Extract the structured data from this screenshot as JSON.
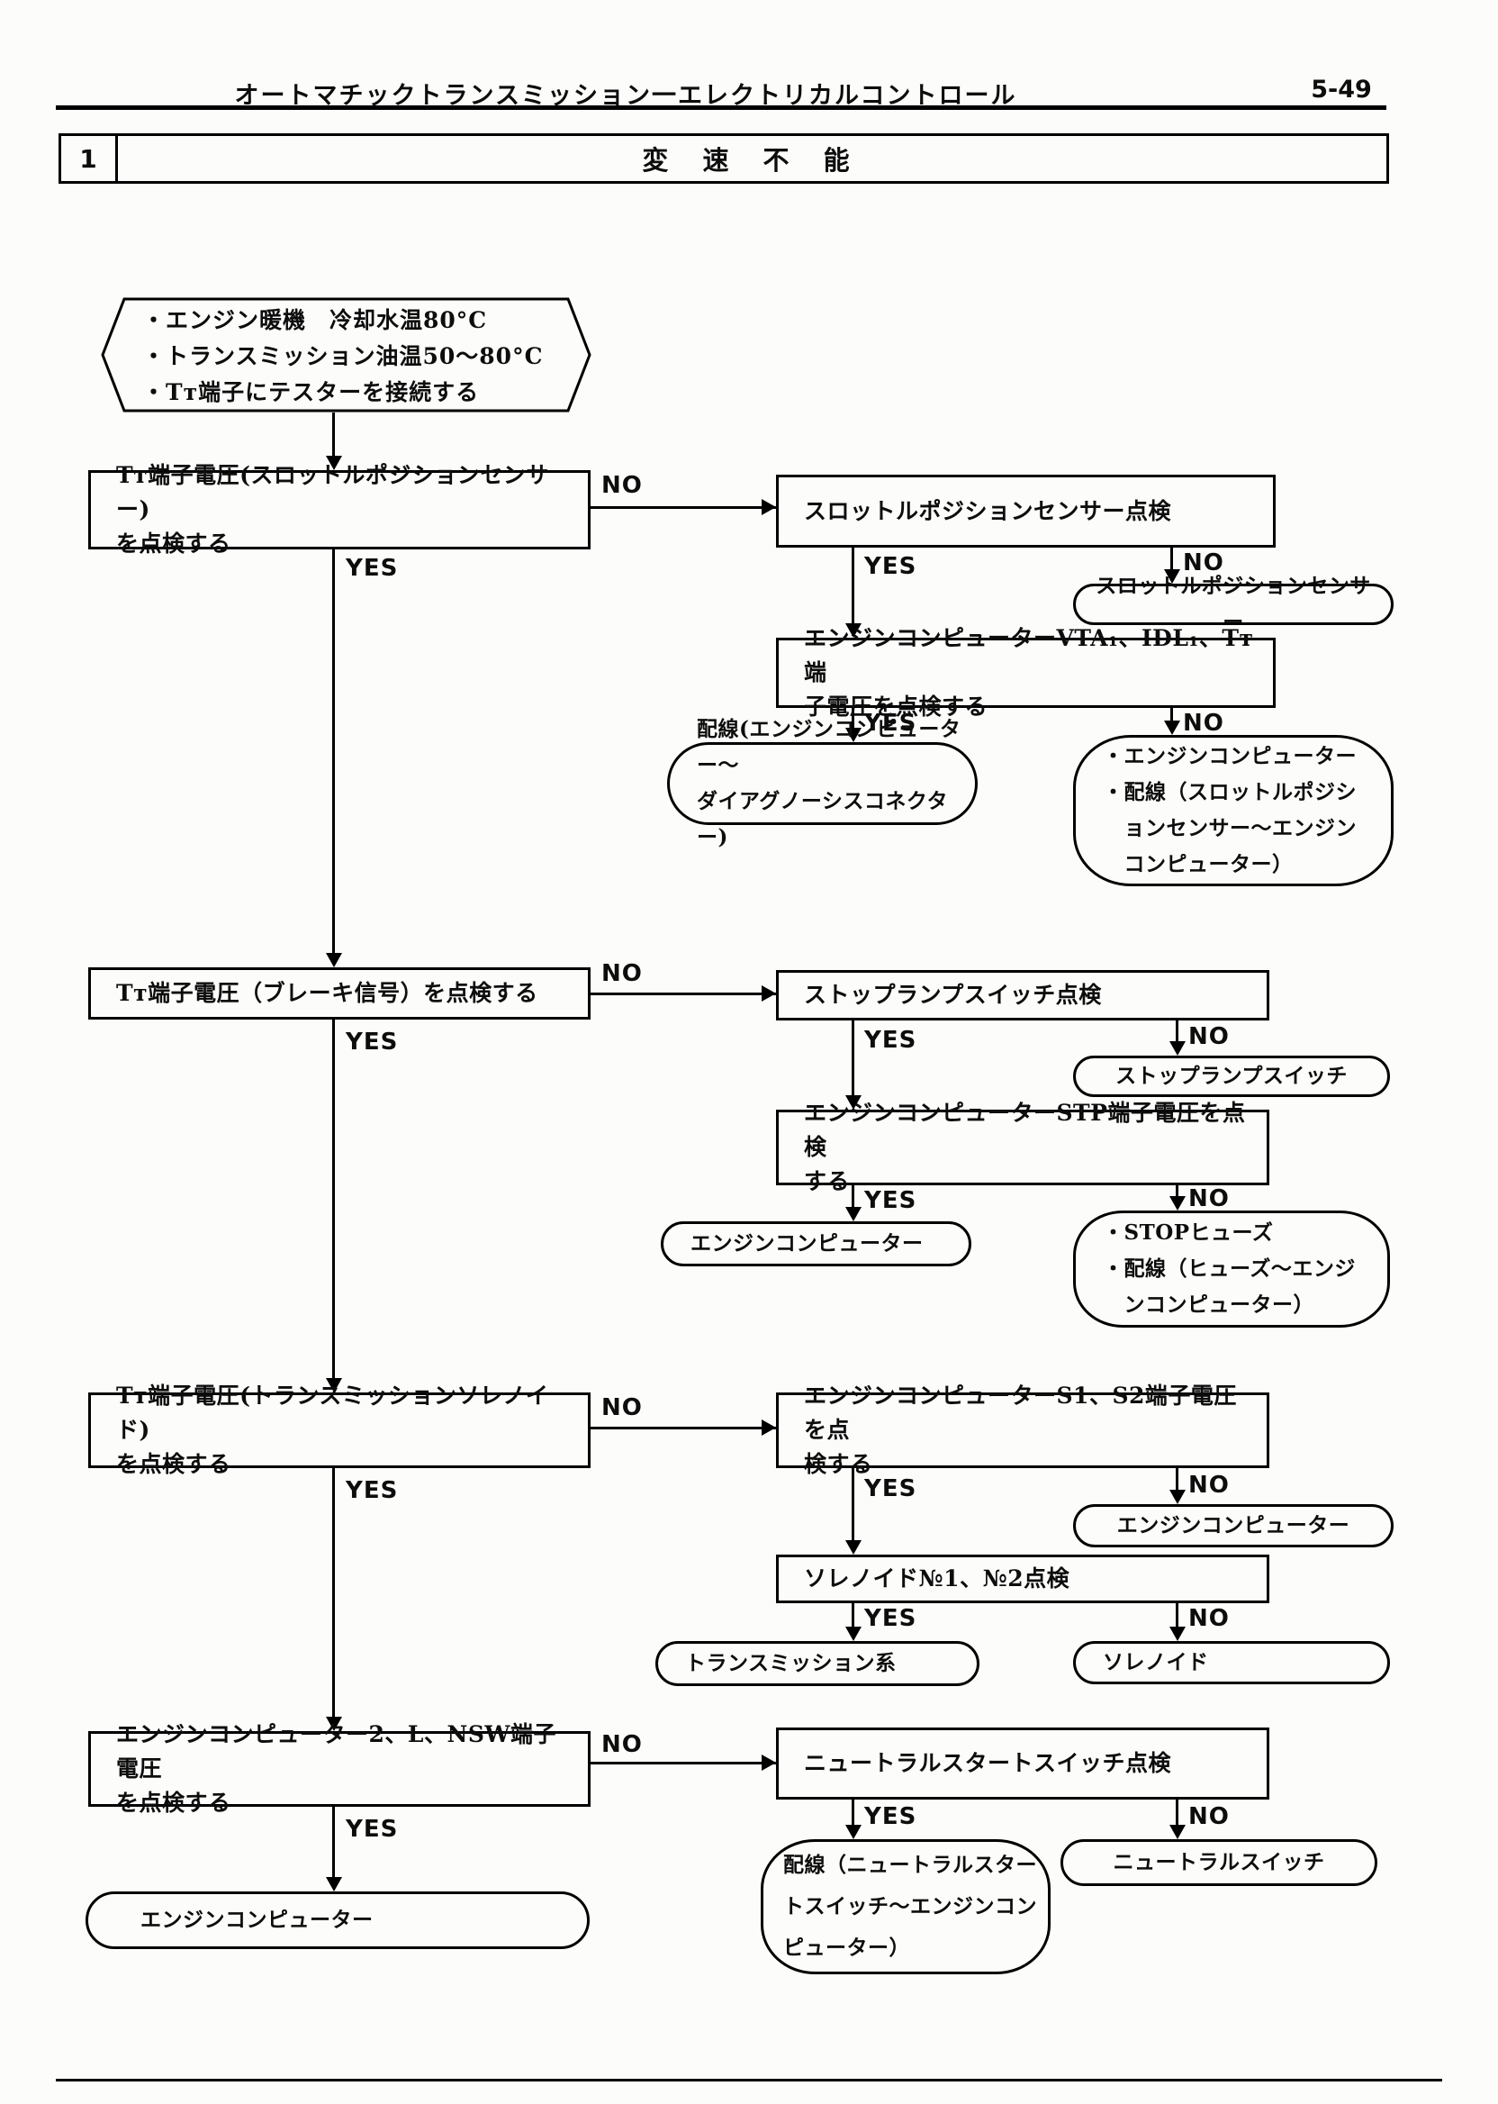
{
  "header": {
    "title": "オートマチックトランスミッション一エレクトリカルコントロール",
    "page_number": "5-49"
  },
  "section": {
    "number": "1",
    "title": "変 速 不 能"
  },
  "labels": {
    "yes": "YES",
    "no": "NO"
  },
  "flow": {
    "start": [
      "・エンジン暖機　冷却水温80°C",
      "・トランスミッション油温50～80°C",
      "・Tᴛ端子にテスターを接続する"
    ],
    "check_tt_throttle": [
      "Tᴛ端子電圧(スロットルポジションセンサー)",
      "を点検する"
    ],
    "check_throttle_sensor": [
      "スロットルポジションセンサー点検"
    ],
    "result_throttle_sensor": [
      "スロットルポジションセンサー"
    ],
    "check_ecu_vta": [
      "エンジンコンピューターVTA₁、IDL₁、Tᴛ端",
      "子電圧を点検する"
    ],
    "result_wiring_diag": [
      "配線(エンジンコンピューター～",
      "ダイアグノーシスコネクター)"
    ],
    "result_ecu_wiring_throttle": [
      "・エンジンコンピューター",
      "・配線（スロットルポジシ",
      "　ョンセンサー～エンジン",
      "　コンピューター）"
    ],
    "check_tt_brake": [
      "Tᴛ端子電圧（ブレーキ信号）を点検する"
    ],
    "check_stop_lamp_switch": [
      "ストップランプスイッチ点検"
    ],
    "result_stop_lamp_switch": [
      "ストップランプスイッチ"
    ],
    "check_ecu_stp": [
      "エンジンコンピューターSTP端子電圧を点検",
      "する"
    ],
    "result_ecu_1": [
      "エンジンコンピューター"
    ],
    "result_stop_fuse": [
      "・STOPヒューズ",
      "・配線（ヒューズ～エンジ",
      "　ンコンピューター）"
    ],
    "check_tt_solenoid": [
      "Tᴛ端子電圧(トランスミッションソレノイド)",
      "を点検する"
    ],
    "check_ecu_s1s2": [
      "エンジンコンピューターS1、S2端子電圧を点",
      "検する"
    ],
    "result_ecu_2": [
      "エンジンコンピューター"
    ],
    "check_solenoid": [
      "ソレノイド№1、№2点検"
    ],
    "result_transmission": [
      "トランスミッション系"
    ],
    "result_solenoid": [
      "ソレノイド"
    ],
    "check_ecu_2l_nsw": [
      "エンジンコンピューター2、L、NSW端子電圧",
      "を点検する"
    ],
    "check_neutral_start_switch": [
      "ニュートラルスタートスイッチ点検"
    ],
    "result_ecu_3": [
      "エンジンコンピューター"
    ],
    "result_wiring_neutral": [
      "配線（ニュートラルスター",
      "トスイッチ～エンジンコン",
      "ピューター）"
    ],
    "result_neutral_switch": [
      "ニュートラルスイッチ"
    ]
  }
}
